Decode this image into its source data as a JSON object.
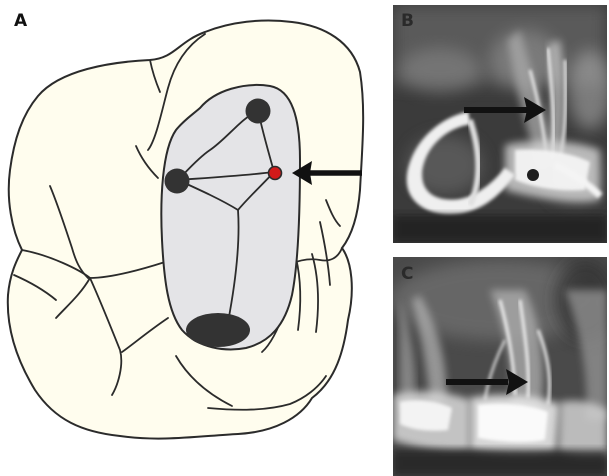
{
  "panels": {
    "a": {
      "label": "A"
    },
    "b": {
      "label": "B"
    },
    "c": {
      "label": "C"
    }
  },
  "colors": {
    "crown": "#fffdee",
    "outline": "#2b2b2b",
    "pulp_chamber": "#e4e4e7",
    "canal_orifice": "#333333",
    "highlighted_orifice": "#d21a1a",
    "arrow": "#111111",
    "xray_dark": "#1a1a1a",
    "xray_bright": "#f2f2f2"
  },
  "icons": {
    "arrow_a": "arrow-left-icon",
    "arrow_b": "arrow-right-icon",
    "arrow_c": "arrow-right-icon"
  }
}
